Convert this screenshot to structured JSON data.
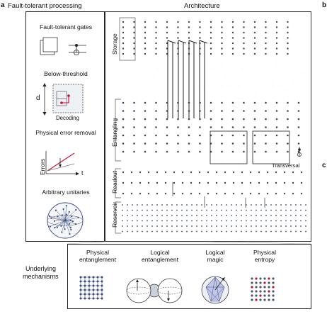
{
  "panels": {
    "a_letter": "a",
    "b_letter": "b",
    "c_letter": "c"
  },
  "left_box": {
    "title": "Fault-tolerant processing",
    "items": [
      {
        "label": "Fault-tolerant gates"
      },
      {
        "label": "Below-threshold"
      },
      {
        "label": "Physical error removal"
      },
      {
        "label": "Arbitrary unitaries"
      }
    ],
    "d_label": "d",
    "decoding_label": "Decoding",
    "errors_axis": "Errors",
    "t_axis": "t"
  },
  "architecture": {
    "title": "Architecture",
    "zones": [
      "Storage",
      "Entangling",
      "Readout",
      "Reservoir"
    ],
    "transversal_label": "Transversal"
  },
  "mechanisms": {
    "row_label_1": "Underlying",
    "row_label_2": "mechanisms",
    "items": [
      {
        "line1": "Physical",
        "line2": "entanglement"
      },
      {
        "line1": "Logical",
        "line2": "entanglement"
      },
      {
        "line1": "Logical",
        "line2": "magic"
      },
      {
        "line1": "Physical",
        "line2": "entropy"
      }
    ]
  },
  "colors": {
    "red": "#c8102e",
    "atom": "#3a4a5c",
    "navy": "#4a5a8a"
  }
}
